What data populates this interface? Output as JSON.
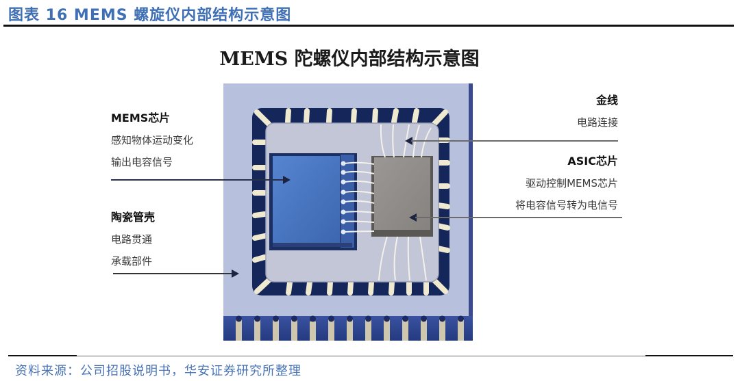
{
  "figure": {
    "title": "图表 16 MEMS 螺旋仪内部结构示意图",
    "source": "资料来源：公司招股说明书，华安证券研究所整理"
  },
  "diagram": {
    "title": "MEMS 陀螺仪内部结构示意图",
    "labels": {
      "mems_chip": {
        "head": "MEMS芯片",
        "lines": [
          "感知物体运动变化",
          "输出电容信号"
        ]
      },
      "ceramic_package": {
        "head": "陶瓷管壳",
        "lines": [
          "电路贯通",
          "承载部件"
        ]
      },
      "gold_wire": {
        "head": "金线",
        "lines": [
          "电路连接"
        ]
      },
      "asic_chip": {
        "head": "ASIC芯片",
        "lines": [
          "驱动控制MEMS芯片",
          "将电容信号转为电信号"
        ]
      }
    },
    "colors": {
      "title_blue": "#3f6fb5",
      "package": "#b7c1dd",
      "ring_navy": "#15265a",
      "pad_cream": "#efe9d0",
      "cavity": "#c3c6d6",
      "mems_blue": "#4a79c4",
      "asic_gray": "#8d8a86",
      "lead_blue": "#2f4794"
    }
  }
}
